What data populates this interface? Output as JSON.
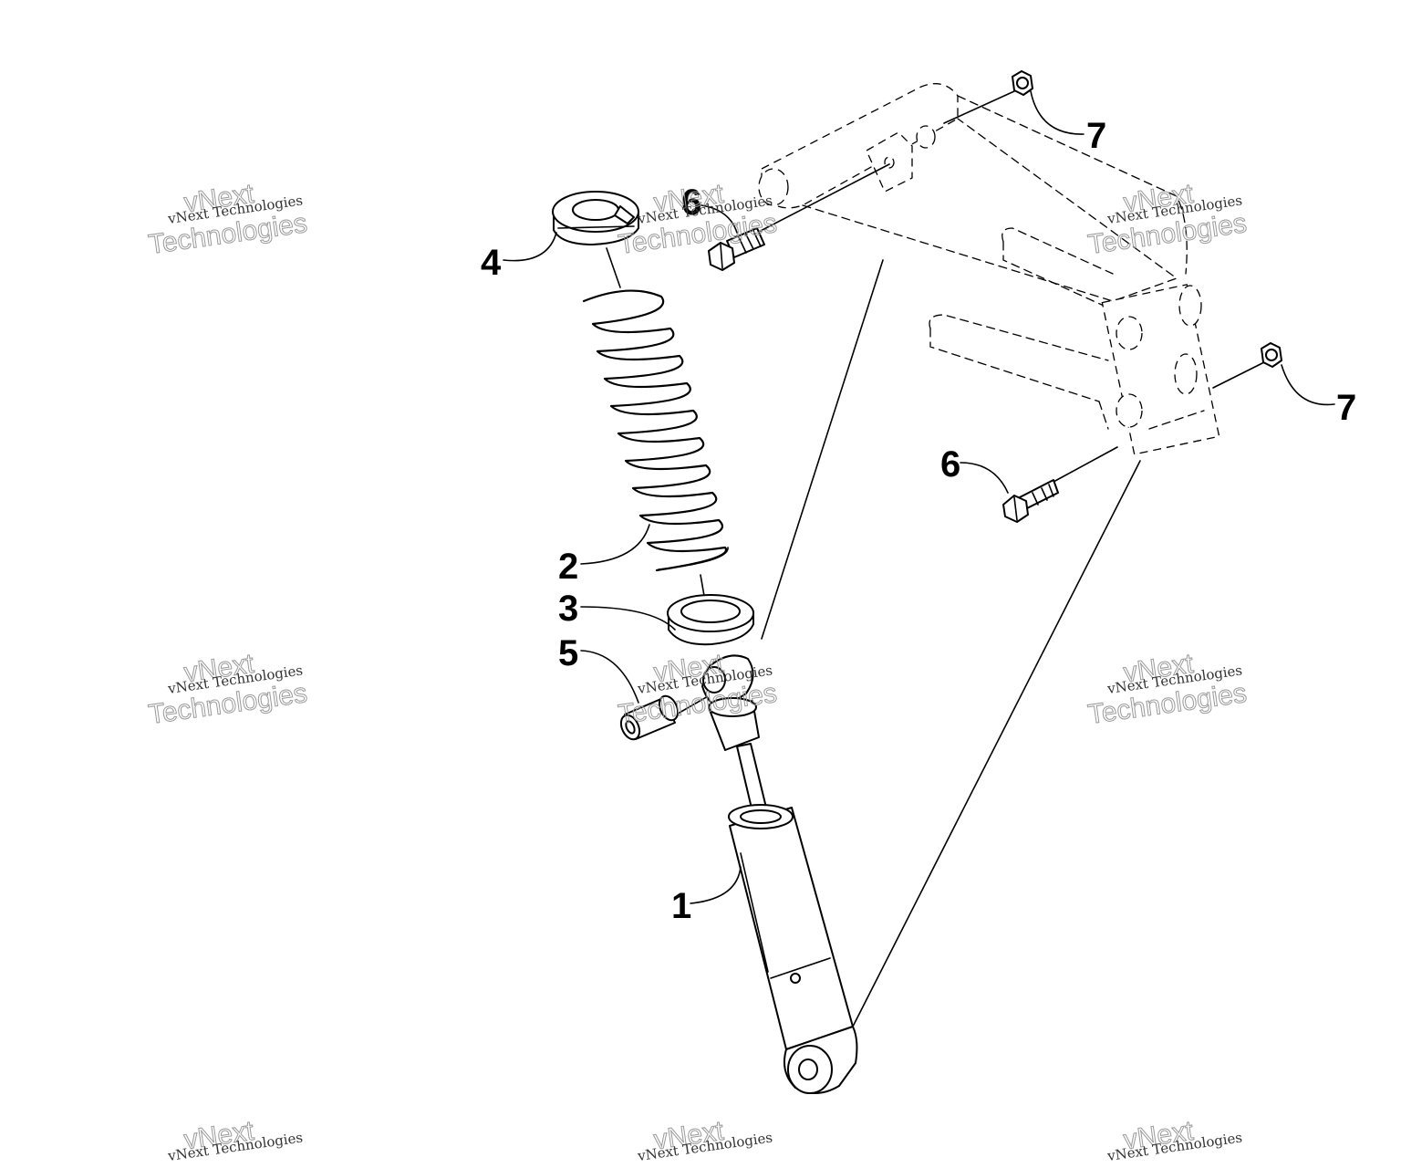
{
  "colors": {
    "line": "#000000",
    "background": "#ffffff",
    "watermark": "#9a9a9a"
  },
  "callouts": {
    "c1": "1",
    "c2": "2",
    "c3": "3",
    "c4": "4",
    "c5": "5",
    "c6a": "6",
    "c6b": "6",
    "c7a": "7",
    "c7b": "7"
  },
  "watermark": {
    "line1": "vNext Technologies",
    "line2": "vNext",
    "line3": "Technologies"
  }
}
